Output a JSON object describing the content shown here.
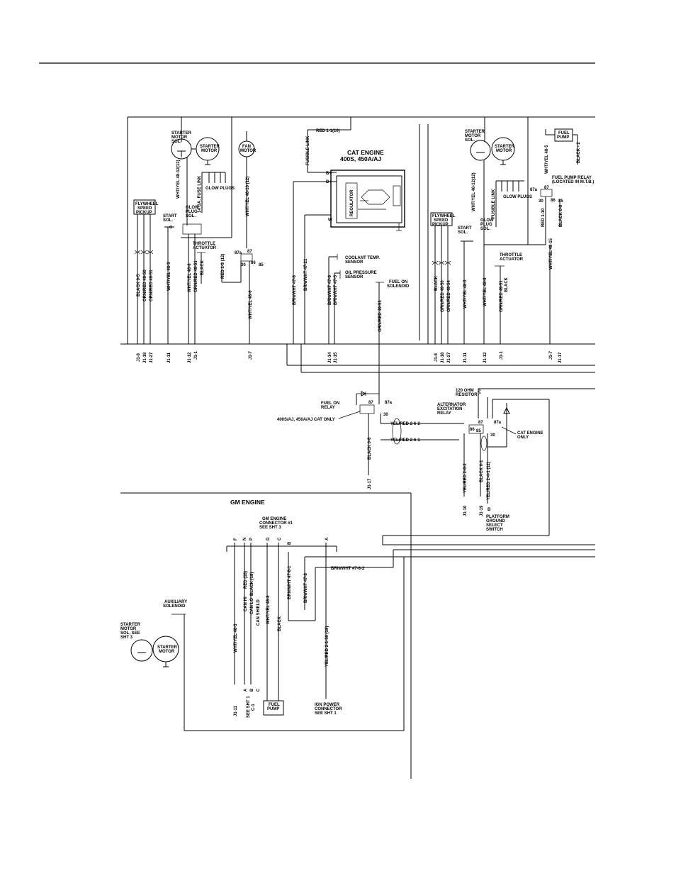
{
  "left_section": {
    "starter_motor_sol": [
      "STARTER",
      "MOTOR",
      "SOL."
    ],
    "starter_motor": [
      "STARTER",
      "MOTOR"
    ],
    "fan_motor": [
      "FAN",
      "MOTOR"
    ],
    "flywheel_speed_pickup": [
      "FLYWHEEL",
      "SPEED",
      "PICKUP"
    ],
    "start_sol": [
      "START",
      "SOL."
    ],
    "glow_plug_sol": [
      "GLOW",
      "PLUG",
      "SOL."
    ],
    "glow_plugs": "GLOW PLUGS",
    "fuse_link": "14 GA. FUSE LINK",
    "throttle_actuator": [
      "THROTTLE",
      "ACTUATOR"
    ],
    "wire_48_12": "WHT/YEL 48-12(12)",
    "wire_48_10": "WHT/YEL 48-10 (12)",
    "wire_48_6": "WHT/YEL 48-6",
    "wire_red_1_3": "RED 1-3 (12)",
    "wires_vertical": [
      "BLACK 0-5",
      "ORN/RED 49-50",
      "ORN/RED 49-51",
      "WHT/YEL 48-3",
      "WHT/YEL 48-8",
      "ORN/RED 49-51",
      "BLACK"
    ],
    "relay_pins": [
      "87a",
      "87",
      "30",
      "86",
      "85"
    ],
    "j_pins": [
      "J1-8",
      "J1-18",
      "J1-27",
      "J1-11",
      "J1-12",
      "J1-1",
      "J1-7"
    ]
  },
  "cat_section": {
    "fusible_link": "FUSIBLE LINK",
    "red_wire": "RED 1-1(10)",
    "title": [
      "CAT ENGINE",
      "400S, 450A/AJ"
    ],
    "regulator": "REGULATOR",
    "terminal_b": "B+",
    "terminal_d": "D+",
    "terminal_w": "W",
    "coolant_sensor": [
      "COOLANT TEMP.",
      "SENSOR"
    ],
    "oil_sensor": [
      "OIL PRESSURE",
      "SENSOR"
    ],
    "fuel_solenoid": [
      "FUEL ON",
      "SOLENOID"
    ],
    "wires": [
      "BRN/WHT 47-8",
      "BRN/WHT 47-21",
      "BRN/WHT 47-6",
      "BRN/WHT 47-5",
      "ORN/RED 49-53"
    ],
    "j_pins": [
      "J1-14",
      "J1-15"
    ]
  },
  "right_section": {
    "starter_motor_sol": [
      "STARTER",
      "MOTOR",
      "SOL."
    ],
    "starter_motor": [
      "STARTER",
      "MOTOR"
    ],
    "fuel_pump": [
      "FUEL",
      "PUMP"
    ],
    "fuel_pump_relay": [
      "FUEL PUMP RELAY",
      "(LOCATED IN M.T.B.)"
    ],
    "glow_plugs": "GLOW PLUGS",
    "fusible_link": "FUSIBLE LINK",
    "flywheel_speed_pickup": [
      "FLYWHEEL",
      "SPEED",
      "PICKUP"
    ],
    "start_sol": [
      "START",
      "SOL."
    ],
    "glow_plug_sol": [
      "GLOW",
      "PLUG",
      "SOL."
    ],
    "throttle_actuator": [
      "THROTTLE",
      "ACTUATOR"
    ],
    "wire_48_12": "WHT/YEL 48-12(12)",
    "wire_48_5": "WHT/YEL 48-5",
    "wire_black_2": "BLACK - 2",
    "wire_red_1_10": "RED 1-10",
    "wire_black_0_8": "BLACK 0-8",
    "wire_48_15": "WHT/YEL 48-15",
    "wire_48_8": "WHT/YEL 48-8",
    "wires_vertical": [
      "BLACK",
      "ORN/RED 49-50",
      "ORN/RED 49-54",
      "WHT/YEL 48-3",
      "ORN/RED 49-51",
      "BLACK"
    ],
    "relay_pins": [
      "87a",
      "87",
      "30",
      "86",
      "85"
    ],
    "j_pins": [
      "J1-8",
      "J1-18",
      "J1-27",
      "J1-11",
      "J1-12",
      "J1-1",
      "J1-7",
      "J1-17"
    ]
  },
  "middle_section": {
    "fuel_on_relay": [
      "FUEL ON",
      "RELAY"
    ],
    "cat_only_note": "400S/AJ, 450A/AJ CAT ONLY",
    "yel_red_2_6_2": "YEL/RED 2-6-2",
    "yel_red_2_6_1": "YEL/RED 2-6-1",
    "black_0_6": "BLACK 0-6",
    "j1_17": "J1-17",
    "resistor": [
      "120 OHM",
      "RESISTOR"
    ],
    "alternator_relay": [
      "ALTERNATOR",
      "EXCITATION",
      "RELAY"
    ],
    "cat_engine_only": [
      "CAT ENGINE",
      "ONLY"
    ],
    "yel_red_2_6_2b": "YEL/RED 2-6-2",
    "black_0_1": "BLACK 0-1",
    "yel_red_2_4_1": "YEL/RED 2-4-1 (12)",
    "j_pins": [
      "J1-10",
      "J1-19"
    ],
    "terminal_b": "B",
    "platform_switch": [
      "PLATFORM",
      "GROUND",
      "SELECT",
      "SWITCH"
    ],
    "relay_pins": [
      "87",
      "87a",
      "30",
      "86",
      "85"
    ]
  },
  "gm_section": {
    "title": "GM ENGINE",
    "connector": [
      "GM ENGINE",
      "CONNECTOR #1",
      "SEE SHT 3"
    ],
    "connector_pins": [
      "F",
      "N",
      "P",
      "D",
      "C",
      "B",
      "A"
    ],
    "aux_solenoid": [
      "AUXILIARY",
      "SOLENOID"
    ],
    "starter_motor_sol": [
      "STARTER",
      "MOTOR",
      "SOL. SEE",
      "SHT 3"
    ],
    "starter_motor": [
      "STARTER",
      "MOTOR"
    ],
    "wires": [
      "RED (18)",
      "BLACK (18)",
      "CAN HI",
      "CAN LO",
      "CAN SHIELD",
      "WHT/YEL 48-3",
      "WHT/YEL 48-8",
      "BLACK",
      "BRN/WHT 47-8-1",
      "BRN/WHT 47-8",
      "YEL/RED 2-1-50 (18)"
    ],
    "brn_wht_47_8_2": "BRN/WHT 47-8-2",
    "abc_pins": [
      "A",
      "B",
      "C"
    ],
    "see_sht_1": [
      "SEE SHT 1",
      "C-1"
    ],
    "j1_11": "J1-11",
    "fuel_pump": [
      "FUEL",
      "PUMP"
    ],
    "ign_power": [
      "IGN POWER",
      "CONNECTOR",
      "SEE SHT 1"
    ]
  }
}
